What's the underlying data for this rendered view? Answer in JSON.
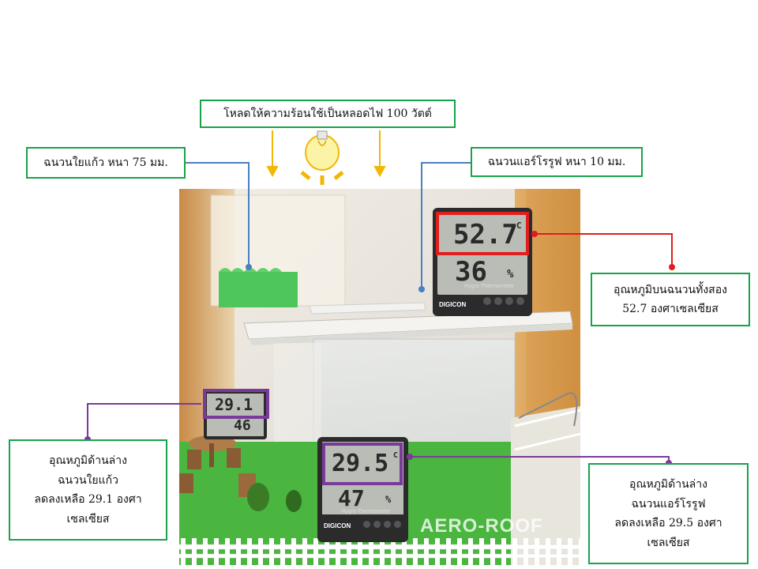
{
  "labels": {
    "load": "โหลดให้ความร้อนใช้เป็นหลอดไฟ 100 วัตต์",
    "glass_wool": "ฉนวนใยแก้ว หนา 75 มม.",
    "aeroroof": "ฉนวนแอร์โรรูฟ หนา 10 มม.",
    "temp_top": {
      "line1": "อุณหภูมิบนฉนวนทั้งสอง",
      "line2": "52.7 องศาเซลเซียส"
    },
    "temp_glass": {
      "line1": "อุณหภูมิด้านล่าง",
      "line2": "ฉนวนใยแก้ว",
      "line3": "ลดลงเหลือ 29.1 องศา",
      "line4": "เซลเซียส"
    },
    "temp_aero": {
      "line1": "อุณหภูมิด้านล่าง",
      "line2": "ฉนวนแอร์โรรูฟ",
      "line3": "ลดลงเหลือ 29.5 องศา",
      "line4": "เซลเซียส"
    }
  },
  "watermark": "AERO-ROOF",
  "meters": {
    "top": {
      "temp": "52.7",
      "humidity": "36",
      "unit": "%",
      "deg": "C",
      "brand": "DIGICON",
      "model": "Hygro-Thermometer"
    },
    "left": {
      "temp": "29.1",
      "humidity": "46"
    },
    "bottom": {
      "temp": "29.5",
      "humidity": "47",
      "unit": "%",
      "deg": "C",
      "brand": "DIGICON",
      "model": "Hygro-Thermometer"
    }
  },
  "colors": {
    "label_border": "#16a34a",
    "line_blue": "#4a7fc1",
    "line_red": "#e11d1d",
    "line_purple": "#7a3a9a",
    "arrow_yellow": "#f2b705"
  }
}
